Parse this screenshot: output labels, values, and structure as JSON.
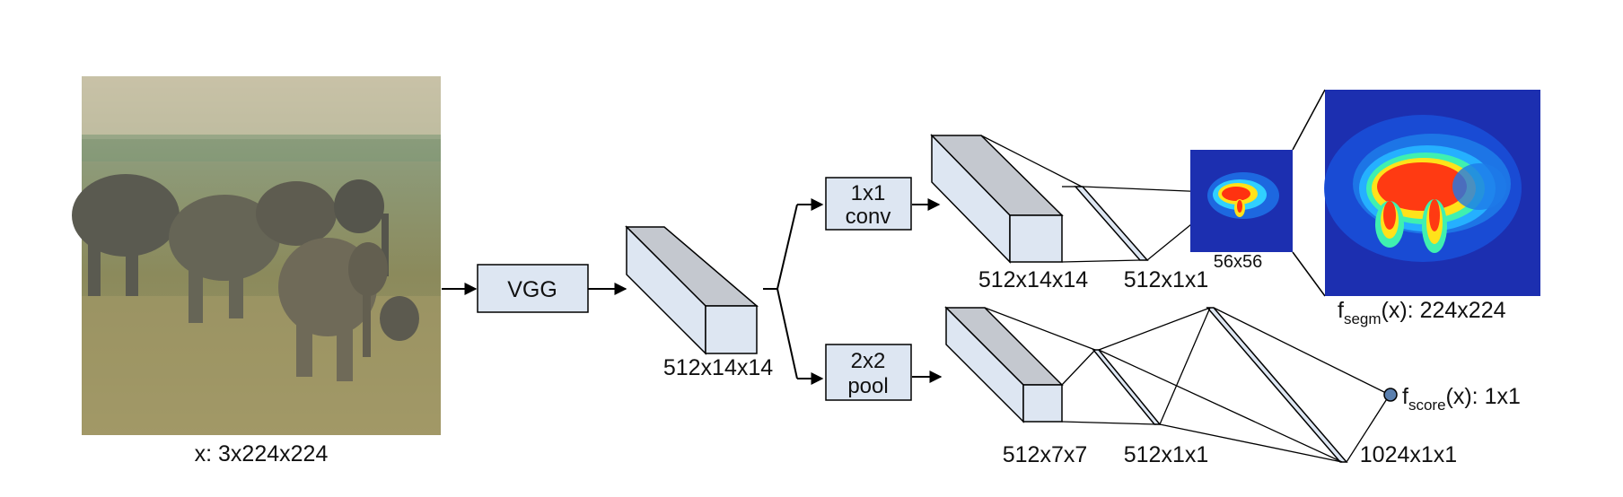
{
  "input": {
    "caption": "x: 3x224x224"
  },
  "nodes": {
    "vgg": "VGG",
    "conv": [
      "1x1",
      "conv"
    ],
    "pool": [
      "2x2",
      "pool"
    ]
  },
  "tensors": {
    "vgg_out": "512x14x14",
    "segm_in": "512x14x14",
    "segm_fc": "512x1x1",
    "score_in": "512x7x7",
    "score_fc1": "512x1x1",
    "score_fc2": "1024x1x1"
  },
  "outputs": {
    "mask_small": "56x56",
    "segm_f": "f",
    "segm_sub": "segm",
    "segm_rest": "(x): 224x224",
    "score_f": "f",
    "score_sub": "score",
    "score_rest": "(x): 1x1"
  },
  "colors": {
    "box_fill": "#dde6f2",
    "box_top": "#c4c8cf",
    "heatmap_bg": "#1c2fb0"
  }
}
